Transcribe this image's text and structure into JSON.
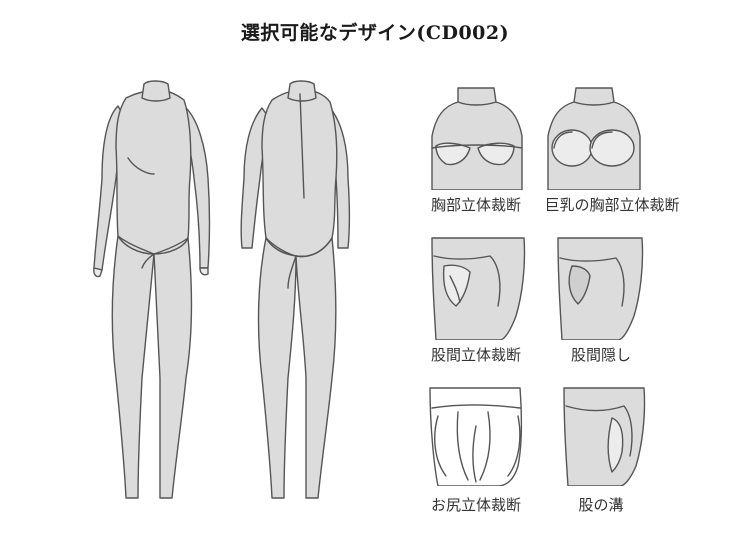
{
  "title": "選択可能なデザイン(CD002)",
  "colors": {
    "suit_fill": "#dcdcdc",
    "line": "#555555",
    "skin_fill": "#ececec",
    "background": "#ffffff"
  },
  "options": [
    {
      "label": "胸部立体裁断"
    },
    {
      "label": "巨乳の胸部立体裁断"
    },
    {
      "label": "股間立体裁断"
    },
    {
      "label": "股間隠し"
    },
    {
      "label": "お尻立体裁断"
    },
    {
      "label": "股の溝"
    }
  ]
}
